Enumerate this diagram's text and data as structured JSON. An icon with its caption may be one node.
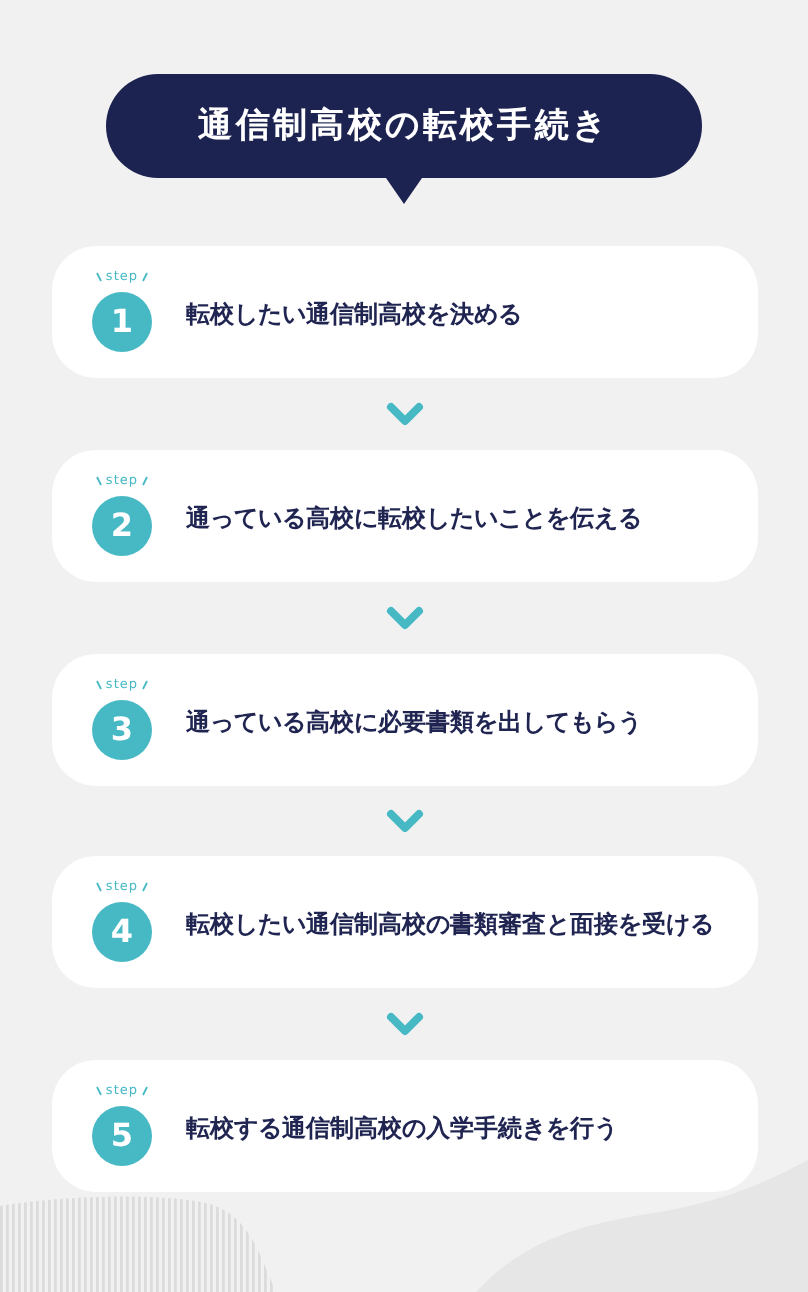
{
  "diagram": {
    "title": "通信制高校の転校手続き",
    "nodes": [
      {
        "text": [
          "転校したい通信制高校を決める"
        ]
      },
      {
        "text": [
          "1"
        ],
        "in": 0,
        "beside": [
          "step"
        ]
      },
      {
        "text": [
          "通っている高校に転校したいことを伝える"
        ]
      },
      {
        "text": [
          "2"
        ],
        "in": 2,
        "beside": [
          "step"
        ]
      },
      {
        "text": [
          "通っている高校に必要書類を出してもらう"
        ]
      },
      {
        "text": [
          "3"
        ],
        "in": 4,
        "beside": [
          "step"
        ]
      },
      {
        "text": [
          "転校したい通信制高校の書類審査と面接を受ける"
        ]
      },
      {
        "text": [
          "4"
        ],
        "in": 6,
        "beside": [
          "step"
        ]
      },
      {
        "text": [
          "転校する通信制高校の入学手続きを行う"
        ]
      },
      {
        "text": [
          "5"
        ],
        "in": 8,
        "beside": [
          "step"
        ]
      }
    ],
    "edges": [
      {
        "from": 0,
        "to": 2,
        "arrow": "to"
      },
      {
        "from": 2,
        "to": 4,
        "arrow": "to"
      },
      {
        "from": 4,
        "to": 6,
        "arrow": "to"
      },
      {
        "from": 6,
        "to": 8,
        "arrow": "to"
      }
    ]
  }
}
